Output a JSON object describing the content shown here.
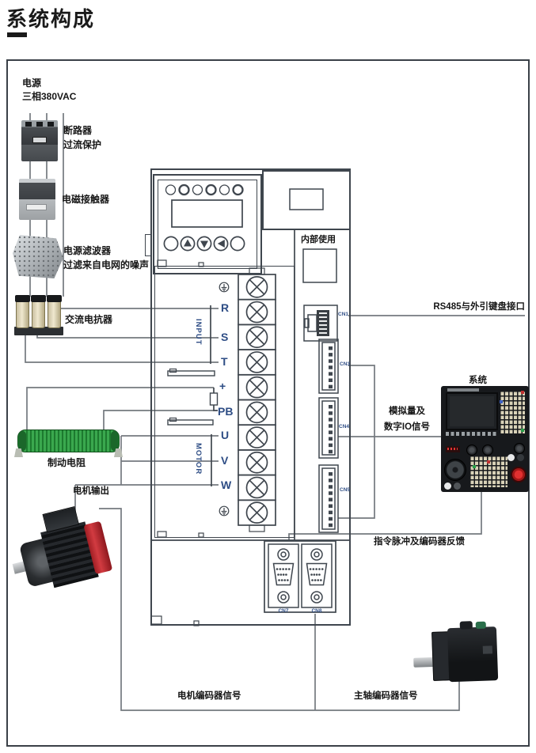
{
  "title": "系统构成",
  "colors": {
    "accent_blue": "#2e4d85",
    "line_ink": "#3f464e",
    "wire_gray": "#74797f",
    "resistor_green": "#3aa84e",
    "motor_red": "#c4262c"
  },
  "power": {
    "label": "电源",
    "voltage": "三相380VAC"
  },
  "left_components": {
    "breaker": {
      "name": "断路器",
      "desc": "过流保护"
    },
    "contactor": {
      "name": "电磁接触器"
    },
    "filter": {
      "name": "电源滤波器",
      "desc": "过滤来自电网的噪声"
    },
    "reactor": {
      "name": "交流电抗器"
    },
    "brake_resistor": {
      "name": "制动电阻"
    },
    "motor_output": {
      "label": "电机输出"
    }
  },
  "drive": {
    "internal_use_label": "内部使用",
    "input_group_label": "INPUT",
    "motor_group_label": "MOTOR",
    "terminals": [
      "R",
      "S",
      "T",
      "+",
      "PB",
      "U",
      "V",
      "W"
    ],
    "connectors": {
      "cn1": "CN1",
      "cn3": "CN3",
      "cn4": "CN4",
      "cn5": "CN5",
      "cn7": "CN7",
      "cn8": "CN8"
    }
  },
  "annotations": {
    "rs485_keyboard": "RS485与外引键盘接口",
    "analog_io_line1": "模拟量及",
    "analog_io_line2": "数字IO信号",
    "cnc_system": "系统",
    "pulse_encoder_feedback": "指令脉冲及编码器反馈",
    "motor_encoder_signal": "电机编码器信号",
    "spindle_encoder_signal": "主轴编码器信号"
  }
}
